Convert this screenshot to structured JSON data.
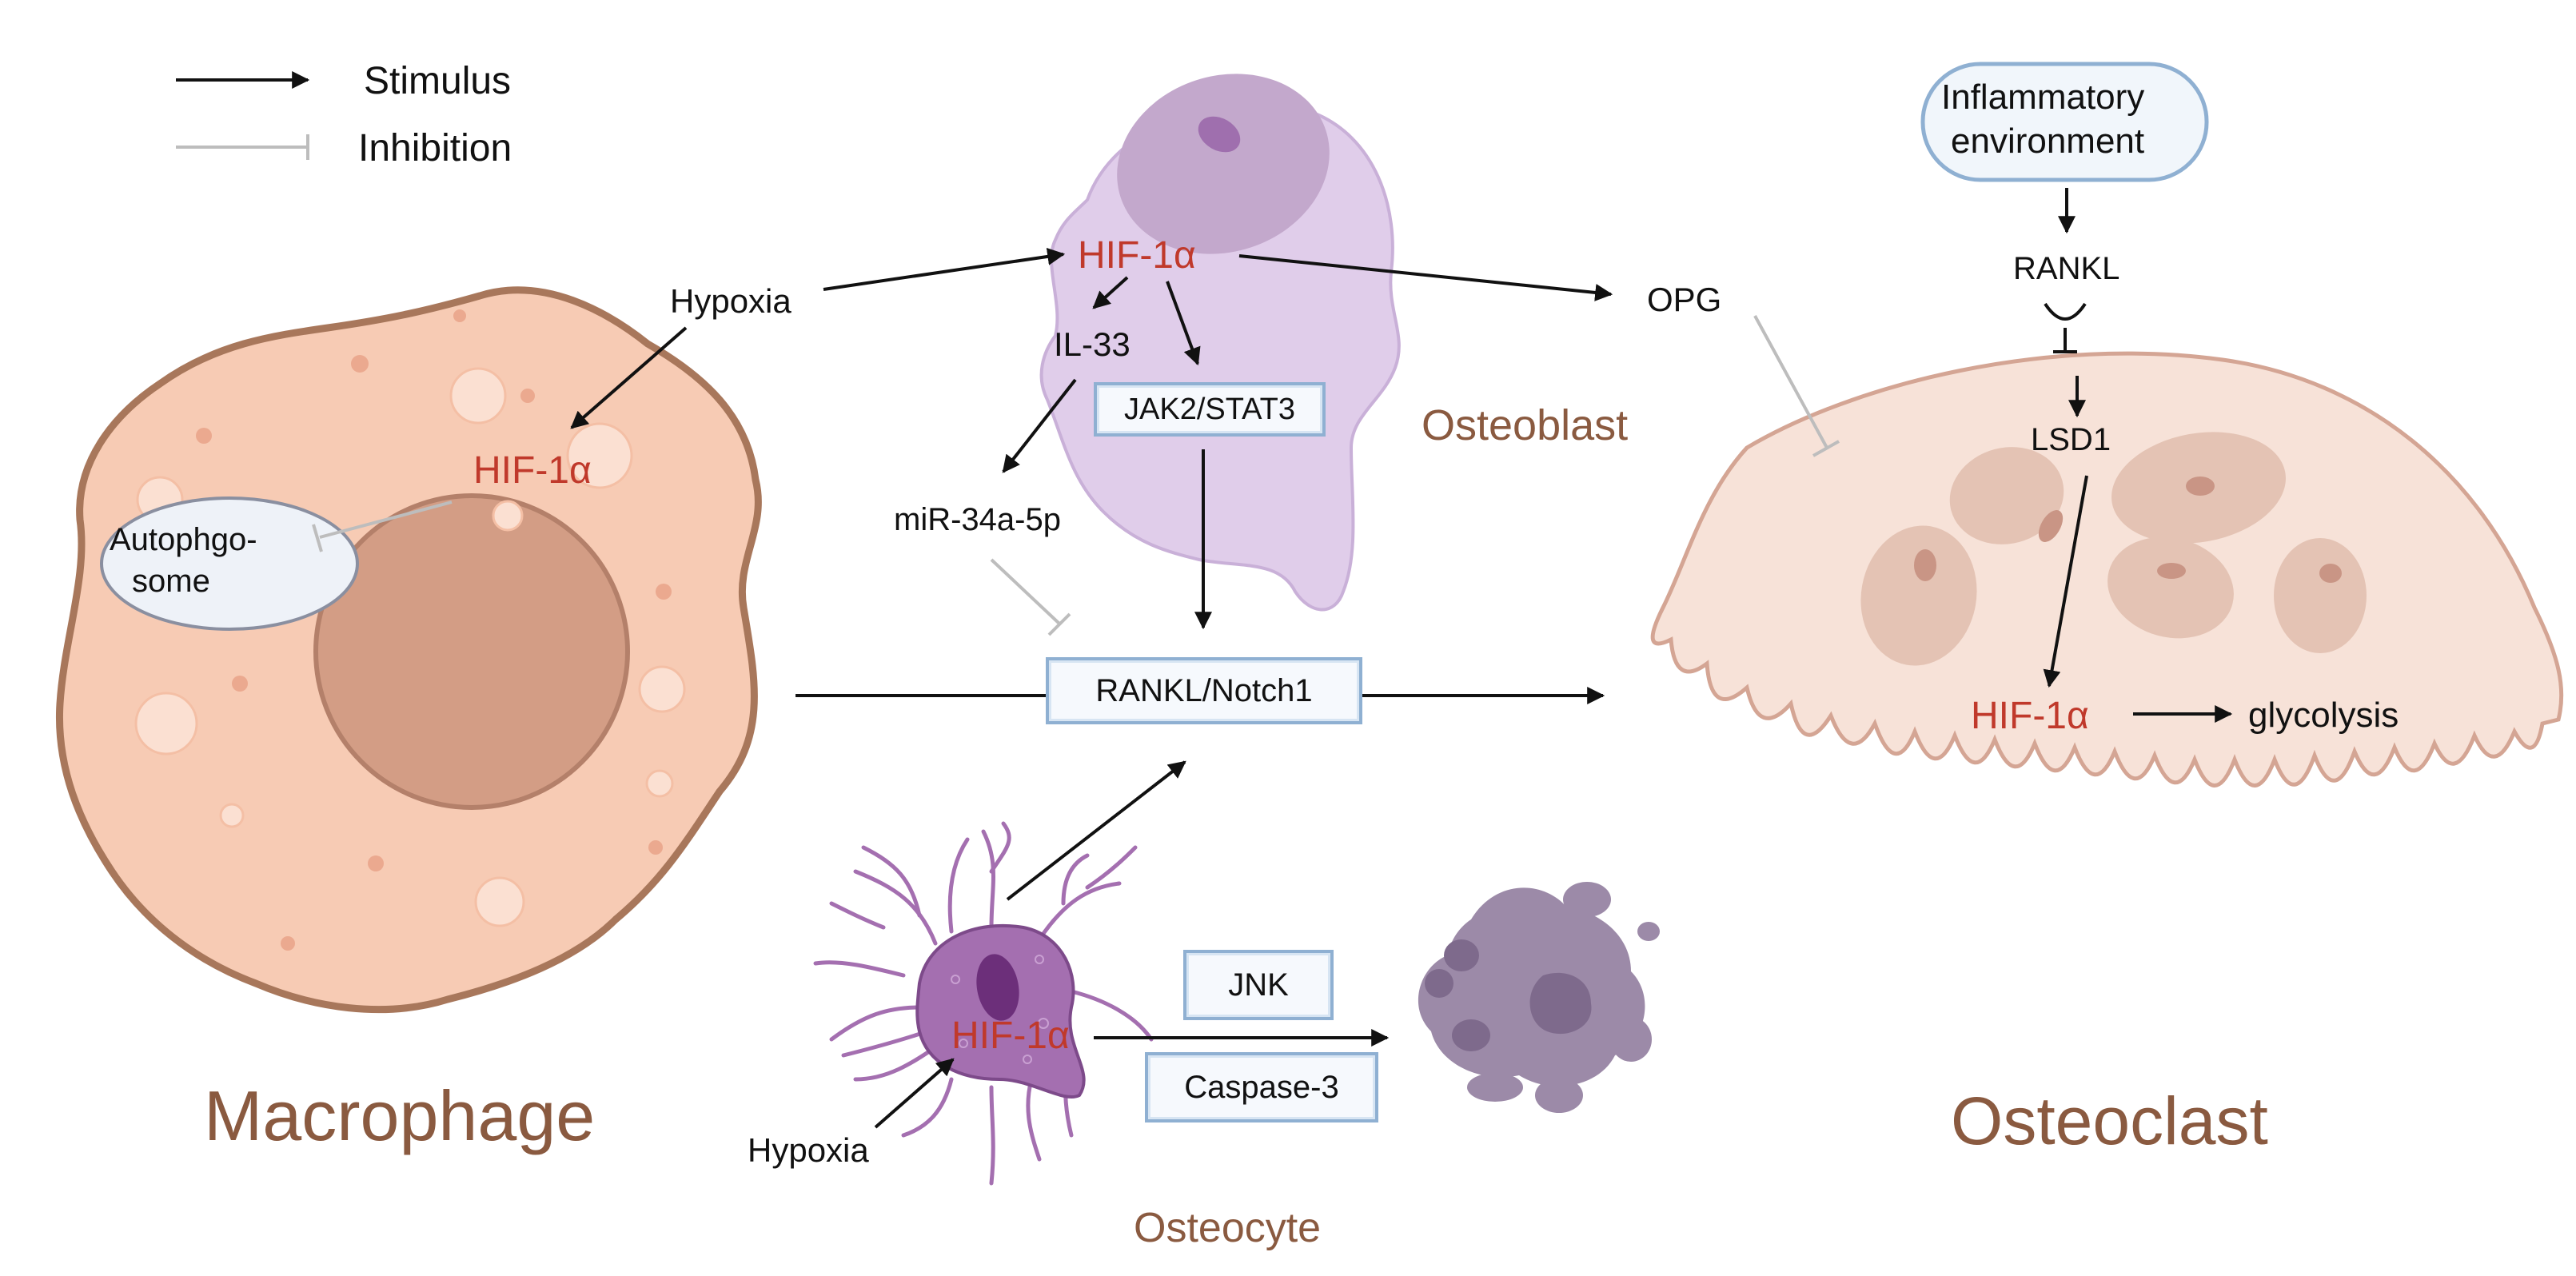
{
  "legend": {
    "stimulus": "Stimulus",
    "inhibition": "Inhibition"
  },
  "cells": {
    "macrophage": "Macrophage",
    "osteoblast": "Osteoblast",
    "osteoclast": "Osteoclast",
    "osteocyte": "Osteocyte"
  },
  "nodes": {
    "hypoxia_top": "Hypoxia",
    "hypoxia_bottom": "Hypoxia",
    "hif_macrophage": "HIF-1α",
    "hif_osteoblast": "HIF-1α",
    "hif_osteocyte": "HIF-1α",
    "hif_osteoclast": "HIF-1α",
    "autophagosome_line1": "Autophgo-",
    "autophagosome_line2": "some",
    "il33": "IL-33",
    "jak2_stat3": "JAK2/STAT3",
    "mir": "miR-34a-5p",
    "opg": "OPG",
    "rankl_notch1": "RANKL/Notch1",
    "inflammatory_line1": "Inflammatory",
    "inflammatory_line2": "environment",
    "rankl": "RANKL",
    "lsd1": "LSD1",
    "glycolysis": "glycolysis",
    "jnk": "JNK",
    "caspase3": "Caspase-3"
  },
  "colors": {
    "hif": "#c0392b",
    "cell_title": "#8a5a40",
    "box_border": "#8fb0d2",
    "macrophage_fill": "#f7cbb4",
    "osteoblast_fill": "#e0cdea",
    "osteoclast_fill": "#f7e2d8",
    "osteocyte_fill": "#a46fb0",
    "apoptotic_fill": "#9c8aa8"
  }
}
